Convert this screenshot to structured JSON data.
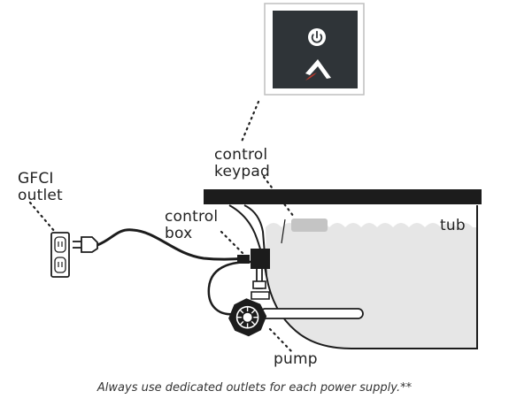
{
  "labels": {
    "gfci": [
      "GFCI",
      "outlet"
    ],
    "control_box": [
      "control",
      "box"
    ],
    "control_keypad": [
      "control",
      "keypad"
    ],
    "tub": "tub",
    "pump": "pump"
  },
  "caption": "Always use dedicated outlets for each power supply.**",
  "colors": {
    "line": "#1c1c1c",
    "panel": "#2f3438",
    "panel_border": "#bfbfbf",
    "water": "#e6e6e6",
    "keypad": "#c4c4c4",
    "accent": "#c0392b"
  },
  "icons": [
    "power-icon",
    "brand-logo-icon",
    "outlet-icon",
    "plug-icon",
    "pump-icon"
  ]
}
